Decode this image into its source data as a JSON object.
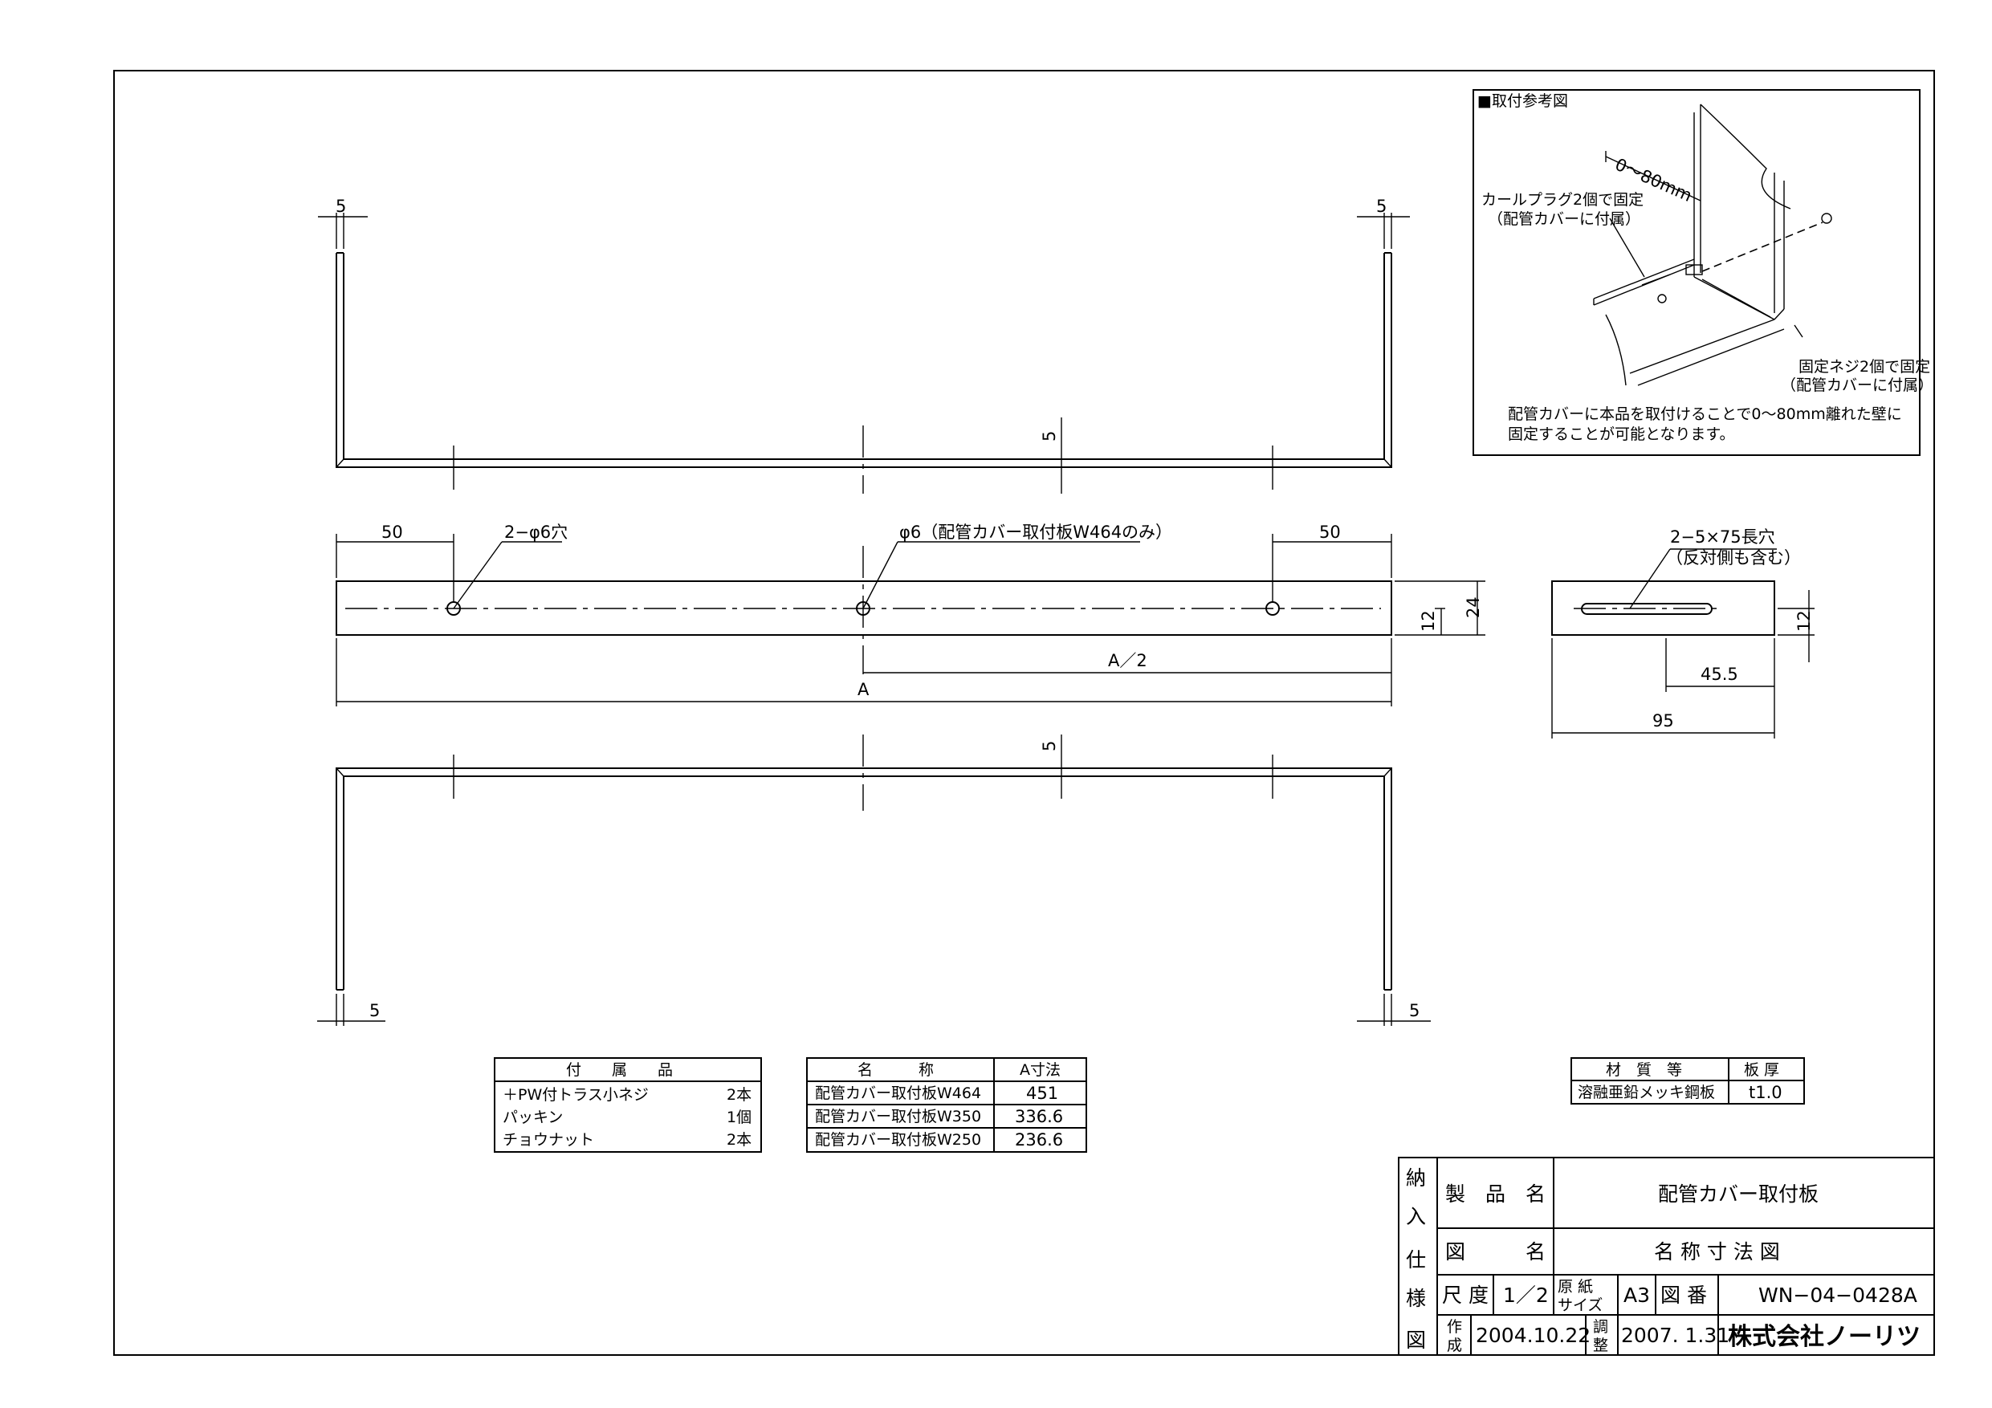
{
  "dims": {
    "top_left_5": "5",
    "top_right_5": "5",
    "top_mid_5": "5",
    "left_50": "50",
    "right_50": "50",
    "holes": "2−φ6穴",
    "center_hole": "φ6（配管カバー取付板W464のみ）",
    "height_24": "24",
    "half_12": "12",
    "half_A": "A／2",
    "total_A": "A",
    "bottom_mid_5": "5",
    "bottom_left_5": "5",
    "bottom_right_5": "5",
    "slot": "2−5×75長穴",
    "slot_note": "（反対側も含む）",
    "side_12": "12",
    "side_45_5": "45.5",
    "side_95": "95"
  },
  "reference": {
    "title": "■取付参考図",
    "range": "0〜80mm",
    "plug_line1": "カールプラグ2個で固定",
    "plug_line2": "（配管カバーに付属）",
    "screw_line1": "固定ネジ2個で固定",
    "screw_line2": "（配管カバーに付属）",
    "note_line1": "配管カバーに本品を取付けることで0〜80mm離れた壁に",
    "note_line2": "固定することが可能となります。"
  },
  "accessories": {
    "header": "付　　属　　品",
    "rows": [
      {
        "item": "＋PW付トラス小ネジ",
        "qty": "2本"
      },
      {
        "item": "パッキン",
        "qty": "1個"
      },
      {
        "item": "チョウナット",
        "qty": "2本"
      }
    ]
  },
  "sizes": {
    "header_name": "名　　　称",
    "header_a": "A寸法",
    "rows": [
      {
        "name": "配管カバー取付板W464",
        "a": "451"
      },
      {
        "name": "配管カバー取付板W350",
        "a": "336.6"
      },
      {
        "name": "配管カバー取付板W250",
        "a": "236.6"
      }
    ]
  },
  "material": {
    "header_material": "材　質　等",
    "header_thickness": "板 厚",
    "material": "溶融亜鉛メッキ鋼板",
    "thickness": "t1.0"
  },
  "title_block": {
    "vertical": [
      "納",
      "入",
      "仕",
      "様",
      "図"
    ],
    "product_label": "製　品　名",
    "product": "配管カバー取付板",
    "drawing_label": "図　　　名",
    "drawing": "名 称 寸 法 図",
    "scale_label": "尺 度",
    "scale": "1／2",
    "paper_label_1": "原 紙",
    "paper_label_2": "サイズ",
    "paper": "A3",
    "number_label": "図 番",
    "number": "WN−04−0428A",
    "made_label_1": "作",
    "made_label_2": "成",
    "made": "2004.10.22",
    "adjust_label_1": "調",
    "adjust_label_2": "整",
    "adjust": "2007. 1.31",
    "company": "株式会社ノーリツ"
  }
}
